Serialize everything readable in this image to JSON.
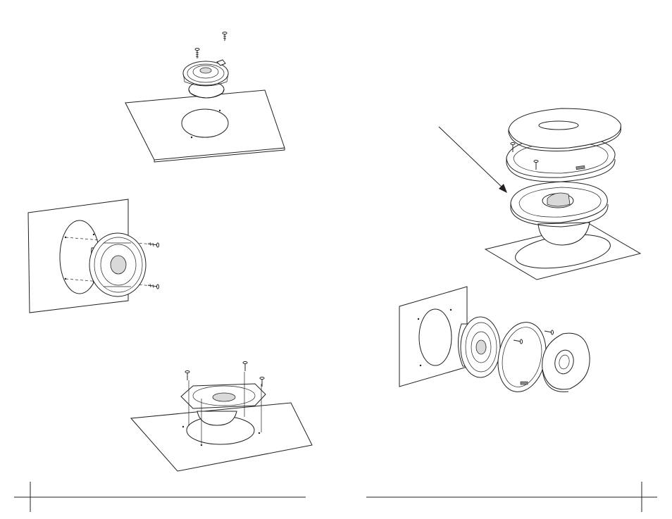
{
  "document": {
    "type": "speaker installation diagrams",
    "pages": [
      {
        "side": "left",
        "figures": [
          "coaxial-speaker-top-mount-exploded",
          "component-speaker-side-mount",
          "oval-4x6-speaker-top-mount"
        ]
      },
      {
        "side": "right",
        "figures": [
          "oval-6x9-speaker-with-grille-exploded",
          "component-speaker-with-ring-and-grille"
        ]
      }
    ]
  },
  "colors": {
    "ink": "#231f20",
    "paper": "#ffffff",
    "shade": "#d9d9d9"
  }
}
